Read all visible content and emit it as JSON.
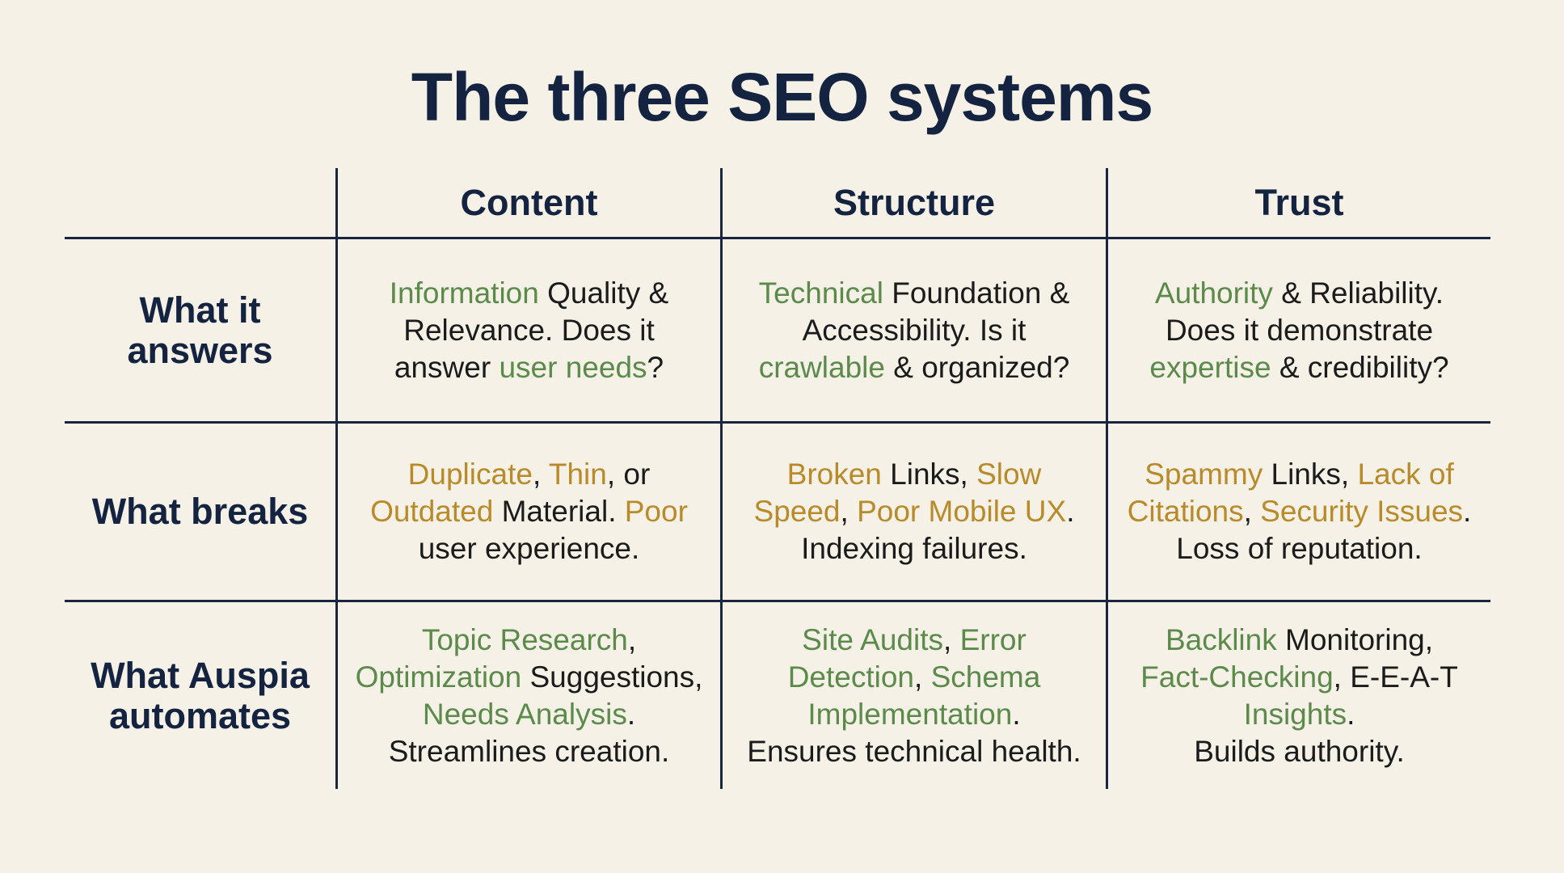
{
  "title": "The three SEO systems",
  "columns": [
    "Content",
    "Structure",
    "Trust"
  ],
  "colors": {
    "green": "#5b8a4a",
    "gold": "#b98a2a",
    "navy": "#142340",
    "background": "#f5f1e7"
  },
  "rows": [
    {
      "label": [
        "What it",
        "answers"
      ],
      "cells": [
        [
          [
            [
              "green",
              "Information"
            ],
            [
              "plain",
              " Quality &"
            ]
          ],
          [
            [
              "plain",
              "Relevance. Does it"
            ]
          ],
          [
            [
              "plain",
              "answer "
            ],
            [
              "green",
              "user needs"
            ],
            [
              "plain",
              "?"
            ]
          ]
        ],
        [
          [
            [
              "green",
              "Technical"
            ],
            [
              "plain",
              " Foundation &"
            ]
          ],
          [
            [
              "plain",
              "Accessibility. Is it"
            ]
          ],
          [
            [
              "green",
              "crawlable"
            ],
            [
              "plain",
              " & organized?"
            ]
          ]
        ],
        [
          [
            [
              "green",
              "Authority"
            ],
            [
              "plain",
              " & Reliability."
            ]
          ],
          [
            [
              "plain",
              "Does it demonstrate"
            ]
          ],
          [
            [
              "green",
              "expertise"
            ],
            [
              "plain",
              " & credibility?"
            ]
          ]
        ]
      ]
    },
    {
      "label": [
        "What breaks"
      ],
      "cells": [
        [
          [
            [
              "gold",
              "Duplicate"
            ],
            [
              "plain",
              ", "
            ],
            [
              "gold",
              "Thin"
            ],
            [
              "plain",
              ", or"
            ]
          ],
          [
            [
              "gold",
              "Outdated"
            ],
            [
              "plain",
              " Material. "
            ],
            [
              "gold",
              "Poor"
            ]
          ],
          [
            [
              "plain",
              "user experience."
            ]
          ]
        ],
        [
          [
            [
              "gold",
              "Broken"
            ],
            [
              "plain",
              " Links, "
            ],
            [
              "gold",
              "Slow"
            ]
          ],
          [
            [
              "gold",
              "Speed"
            ],
            [
              "plain",
              ", "
            ],
            [
              "gold",
              "Poor Mobile UX"
            ],
            [
              "plain",
              "."
            ]
          ],
          [
            [
              "plain",
              "Indexing failures."
            ]
          ]
        ],
        [
          [
            [
              "gold",
              "Spammy"
            ],
            [
              "plain",
              " Links, "
            ],
            [
              "gold",
              "Lack of"
            ]
          ],
          [
            [
              "gold",
              "Citations"
            ],
            [
              "plain",
              ", "
            ],
            [
              "gold",
              "Security Issues"
            ],
            [
              "plain",
              "."
            ]
          ],
          [
            [
              "plain",
              "Loss of reputation."
            ]
          ]
        ]
      ]
    },
    {
      "label": [
        "What Auspia",
        "automates"
      ],
      "cells": [
        [
          [
            [
              "green",
              "Topic Research"
            ],
            [
              "plain",
              ","
            ]
          ],
          [
            [
              "green",
              "Optimization"
            ],
            [
              "plain",
              " Suggestions,"
            ]
          ],
          [
            [
              "green",
              "Needs Analysis"
            ],
            [
              "plain",
              "."
            ]
          ],
          [
            [
              "plain",
              "Streamlines creation."
            ]
          ]
        ],
        [
          [
            [
              "green",
              "Site Audits"
            ],
            [
              "plain",
              ", "
            ],
            [
              "green",
              "Error"
            ]
          ],
          [
            [
              "green",
              "Detection"
            ],
            [
              "plain",
              ", "
            ],
            [
              "green",
              "Schema"
            ]
          ],
          [
            [
              "green",
              "Implementation"
            ],
            [
              "plain",
              "."
            ]
          ],
          [
            [
              "plain",
              "Ensures technical health."
            ]
          ]
        ],
        [
          [
            [
              "green",
              "Backlink"
            ],
            [
              "plain",
              " Monitoring,"
            ]
          ],
          [
            [
              "green",
              "Fact-Checking"
            ],
            [
              "plain",
              ", E-E-A-T"
            ]
          ],
          [
            [
              "green",
              "Insights"
            ],
            [
              "plain",
              "."
            ]
          ],
          [
            [
              "plain",
              "Builds authority."
            ]
          ]
        ]
      ]
    }
  ]
}
